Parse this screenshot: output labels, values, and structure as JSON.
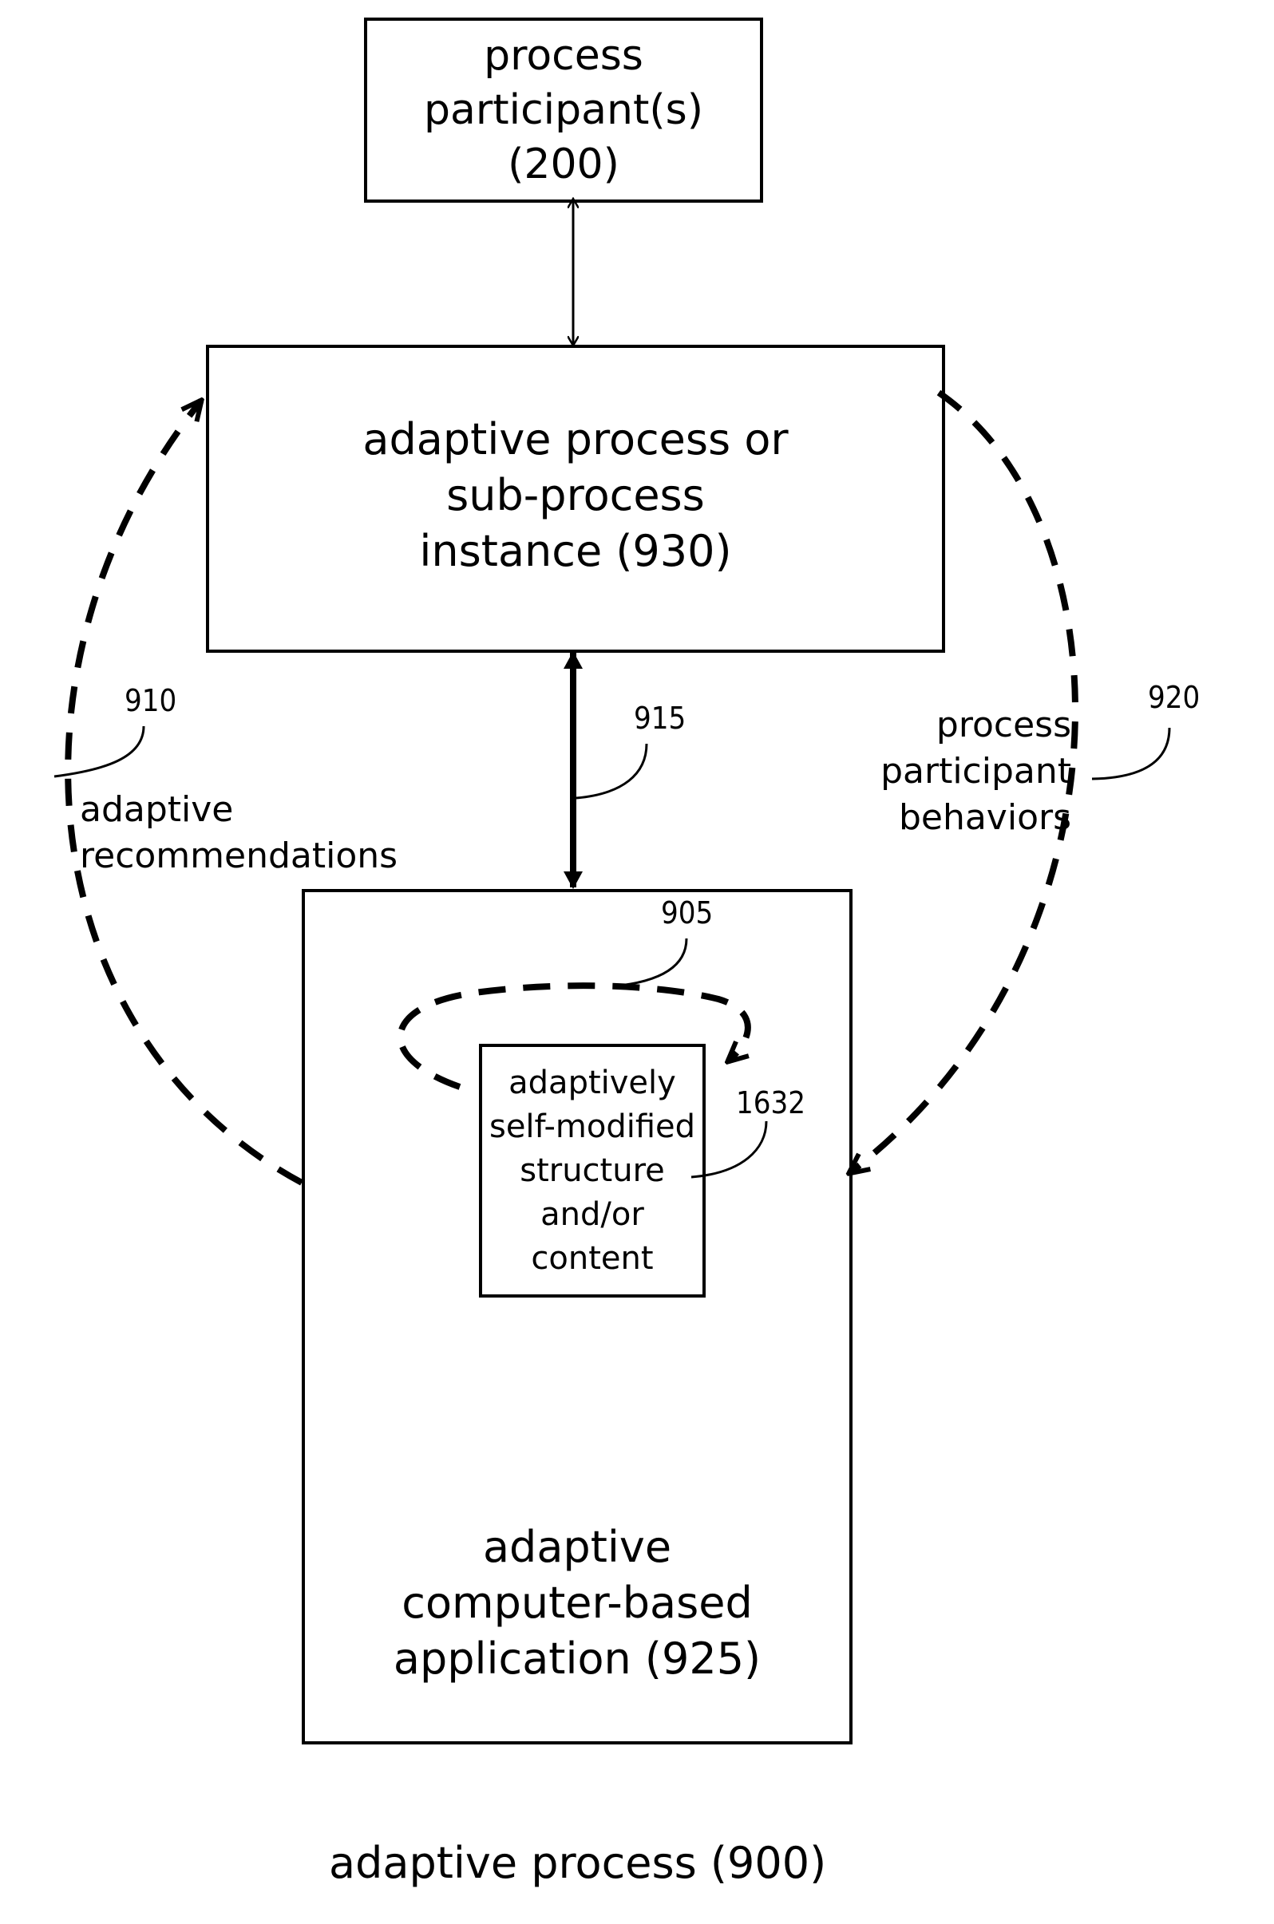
{
  "participants": {
    "lines": [
      "process",
      "participant(s)",
      "(200)"
    ]
  },
  "instance": {
    "lines": [
      "adaptive process or",
      "sub-process",
      "instance (930)"
    ]
  },
  "application": {
    "lines": [
      "adaptive",
      "computer-based",
      "application (925)"
    ]
  },
  "inner": {
    "lines": [
      "adaptively",
      "self-modified",
      "structure",
      "and/or",
      "content"
    ]
  },
  "labels": {
    "recommendations": [
      "adaptive",
      "recommendations"
    ],
    "behaviors": [
      "process",
      "participant",
      "behaviors"
    ]
  },
  "refs": {
    "r910": "910",
    "r915": "915",
    "r920": "920",
    "r905": "905",
    "r1632": "1632"
  },
  "caption": "adaptive process (900)"
}
